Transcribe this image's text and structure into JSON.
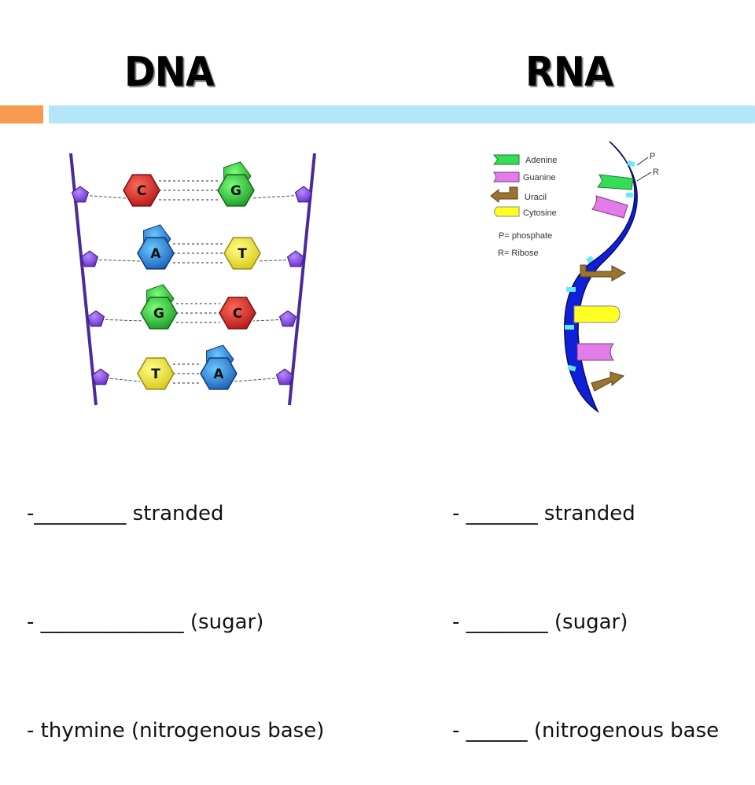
{
  "titles": {
    "left": "DNA",
    "right": "RNA"
  },
  "colors": {
    "accent_orange": "#f79a50",
    "accent_blue": "#b3e6f8",
    "backbone_purple": "#5a2fa8",
    "cytosine_dna": "#cc2a2a",
    "guanine_dna": "#2fbf3a",
    "adenine_dna": "#2a7fd8",
    "thymine_dna": "#e8e030",
    "rna_backbone": "#1020d8",
    "rna_adenine": "#33dd55",
    "rna_guanine": "#e27ce8",
    "rna_uracil": "#9a7430",
    "rna_cytosine": "#ffff22"
  },
  "dna_diagram": {
    "pairs": [
      {
        "left": "C",
        "right": "G"
      },
      {
        "left": "A",
        "right": "T"
      },
      {
        "left": "G",
        "right": "C"
      },
      {
        "left": "T",
        "right": "A"
      }
    ]
  },
  "rna_diagram": {
    "legend": [
      {
        "label": "Adenine",
        "icon": "adenine-tab-icon"
      },
      {
        "label": "Guanine",
        "icon": "guanine-tab-icon"
      },
      {
        "label": "Uracil",
        "icon": "uracil-tab-icon"
      },
      {
        "label": "Cytosine",
        "icon": "cytosine-tab-icon"
      }
    ],
    "key_phosphate": "P= phosphate",
    "key_ribose": "R= Ribose",
    "label_p": "P",
    "label_r": "R"
  },
  "dna_notes": [
    "-_________ stranded",
    "- ______________ (sugar)",
    "- thymine (nitrogenous base)"
  ],
  "rna_notes": [
    "- _______ stranded",
    "- ________ (sugar)",
    "- ______ (nitrogenous base"
  ]
}
